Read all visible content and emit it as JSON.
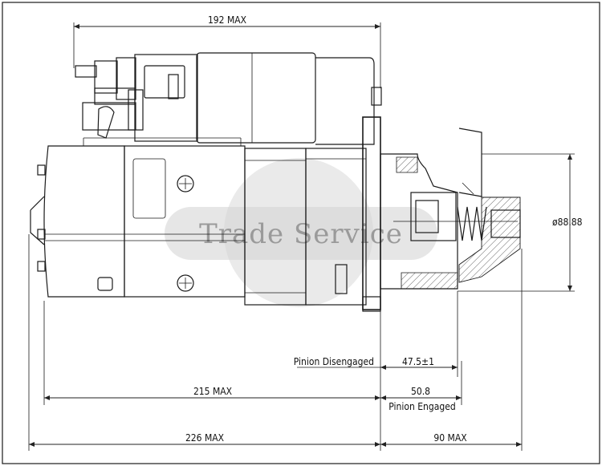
{
  "watermark": {
    "text": "Trade Service"
  },
  "dimensions": {
    "top_length": "192 MAX",
    "diameter": "ø88.88",
    "pinion_disengaged_label": "Pinion Disengaged",
    "pinion_disengaged_value": "47.5±1",
    "length_215": "215 MAX",
    "pinion_engaged_value": "50.8",
    "pinion_engaged_label": "Pinion Engaged",
    "overall_length": "226 MAX",
    "nose_length": "90 MAX"
  },
  "colors": {
    "line": "#1a1a1a",
    "watermark": "#d9d9d9"
  }
}
